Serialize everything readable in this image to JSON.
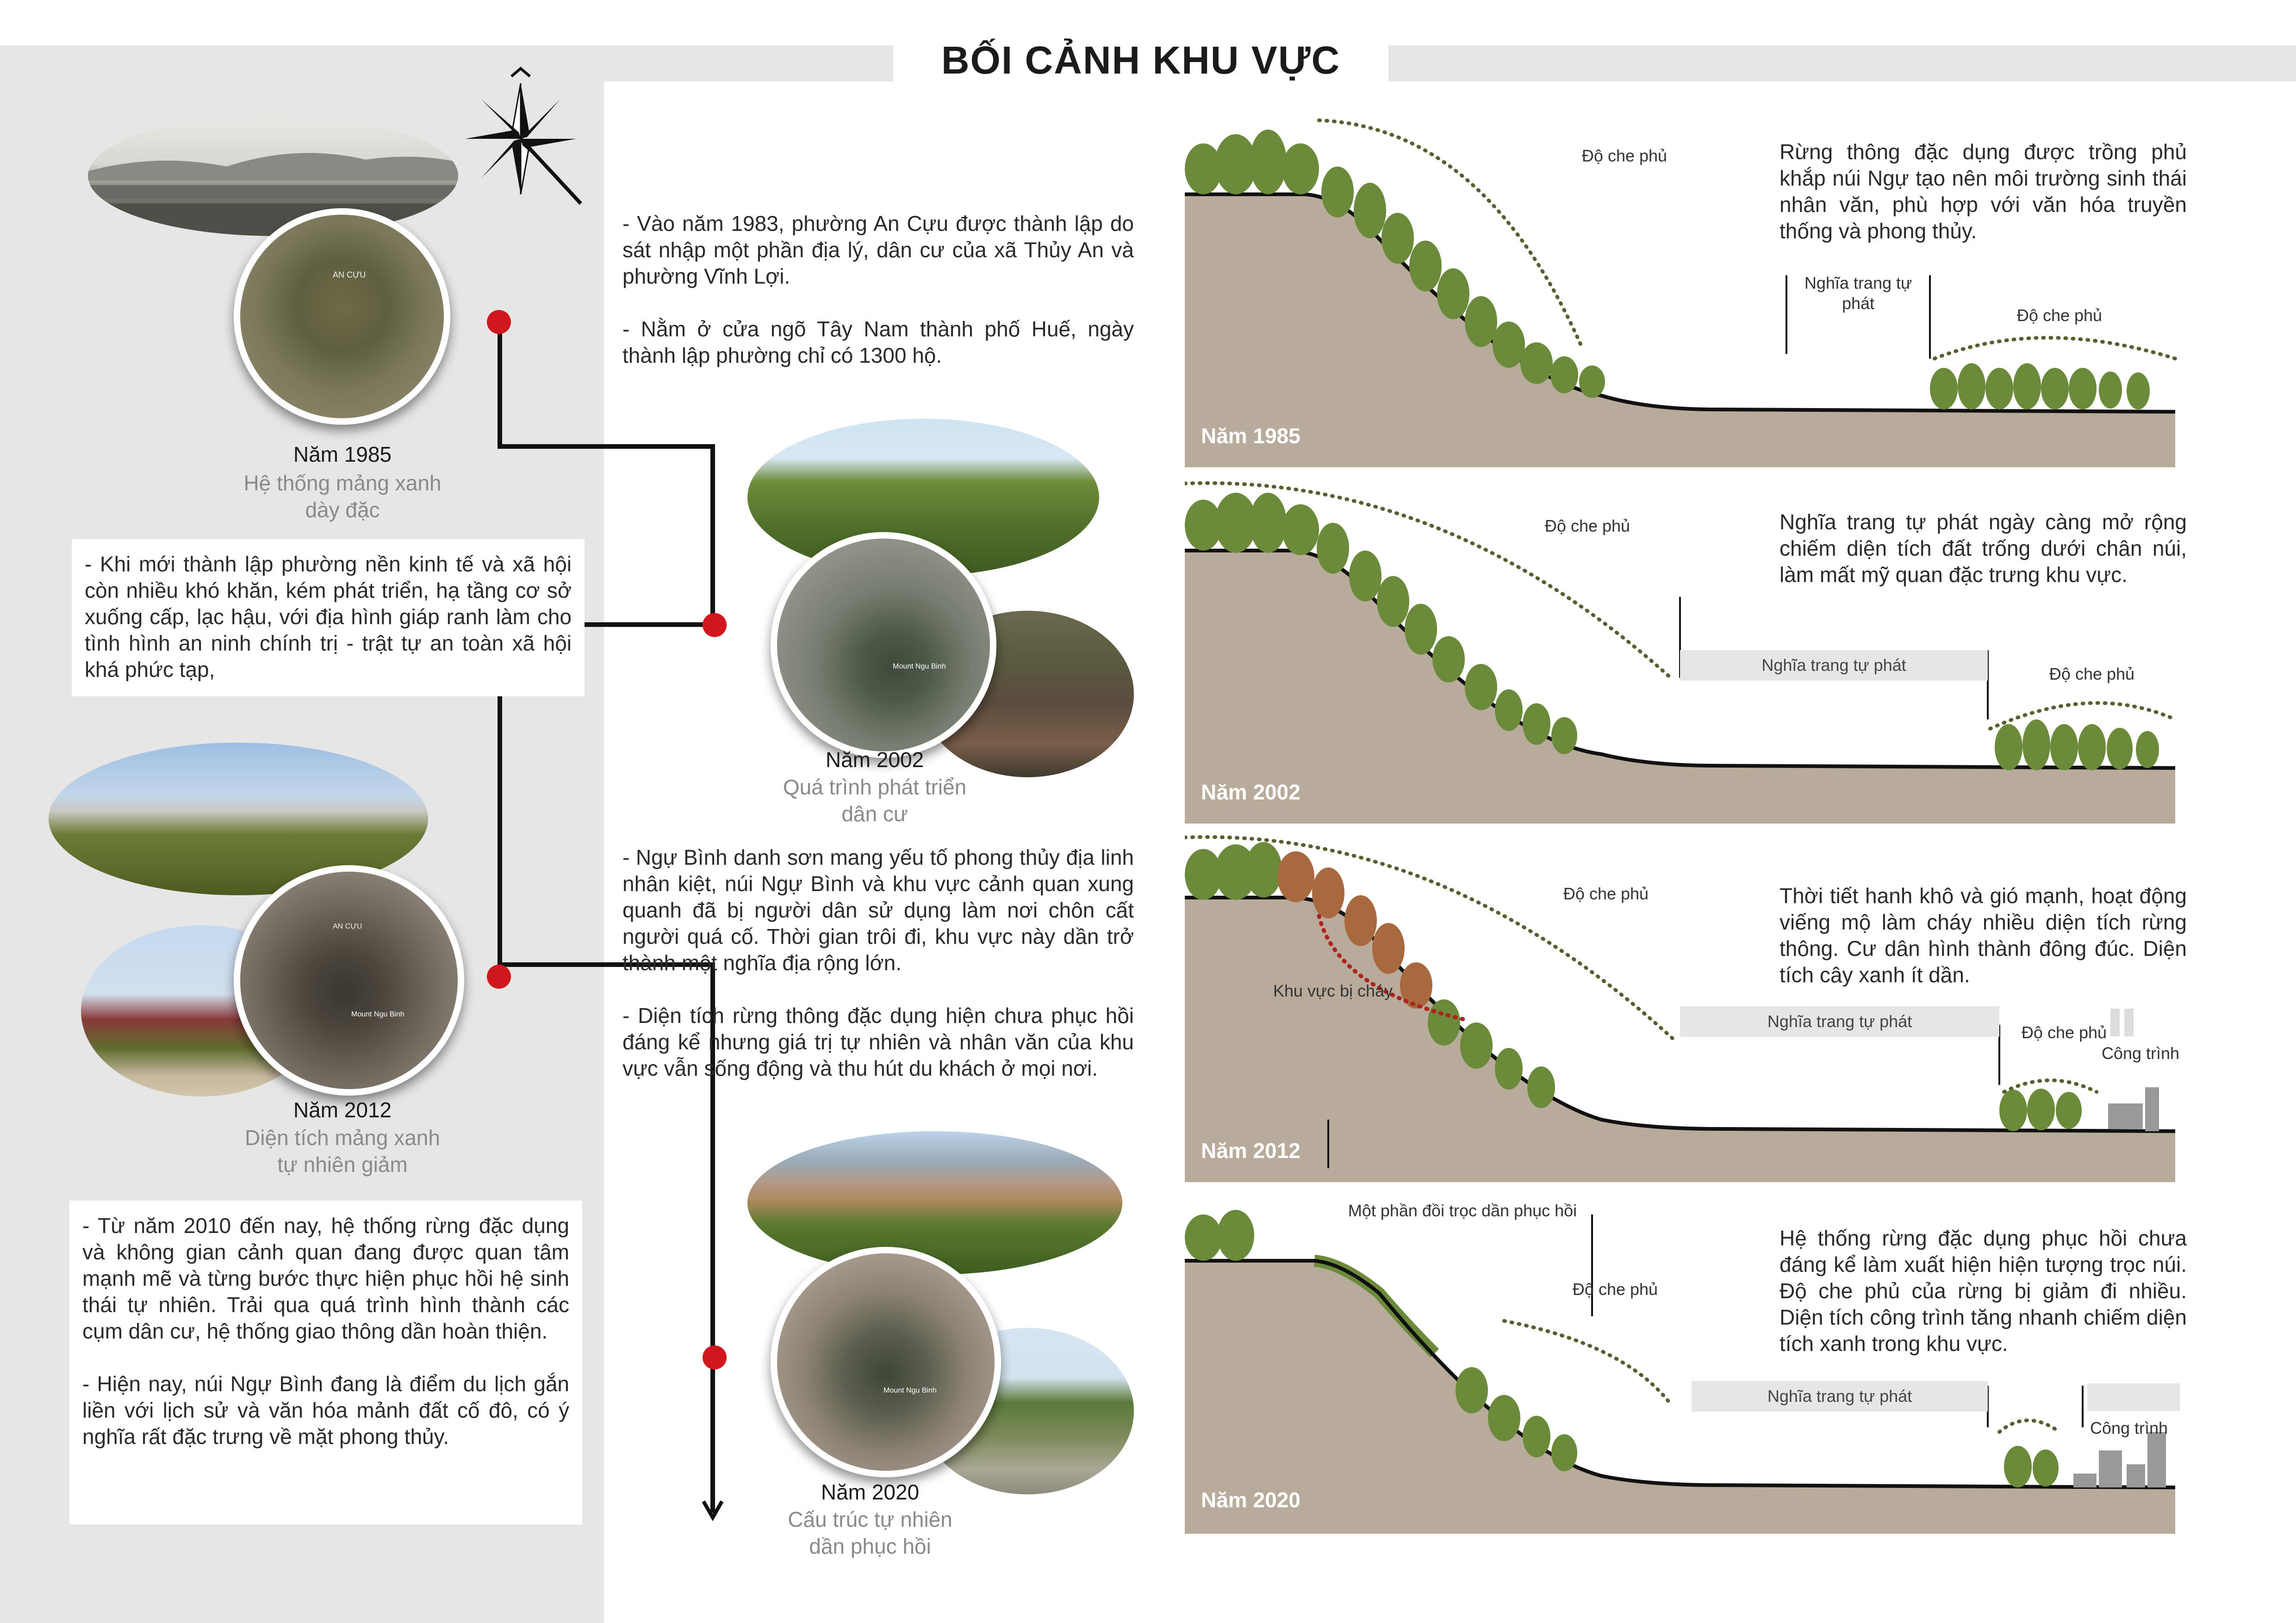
{
  "title": "BỐI CẢNH KHU VỰC",
  "timeline": [
    {
      "year": "Năm 1985",
      "caption_lines": [
        "Hệ thống mảng xanh",
        "dày đặc"
      ],
      "map_label": "AN CỰU"
    },
    {
      "year": "Năm 2002",
      "caption_lines": [
        "Quá trình phát triển",
        "dân cư"
      ],
      "map_label": "Mount Ngu Binh"
    },
    {
      "year": "Năm 2012",
      "caption_lines": [
        "Diện tích mảng xanh",
        "tự nhiên giảm"
      ],
      "map_label": "Mount Ngu Binh",
      "map_label2": "AN CỰU"
    },
    {
      "year": "Năm 2020",
      "caption_lines": [
        "Cấu trúc tự nhiên",
        "dần phục hồi"
      ],
      "map_label": "Mount Ngu Binh"
    }
  ],
  "left_notes": {
    "note1": "- Khi mới thành lập phường nền kinh tế và xã hội còn nhiều khó khăn, kém phát triển, hạ tầng cơ sở xuống cấp, lạc hậu, với địa hình giáp ranh làm cho tình hình an ninh chính trị - trật tự an toàn xã hội khá phức tạp,",
    "note2_p1": "- Từ năm 2010 đến nay, hệ thống rừng đặc dụng và không gian cảnh quan đang được quan tâm mạnh mẽ và từng bước thực hiện phục hồi hệ sinh thái tự nhiên. Trải qua quá trình hình thành các cụm dân cư, hệ thống giao thông dần hoàn thiện.",
    "note2_p2": "- Hiện nay, núi Ngự Bình đang là điểm du lịch gắn liền với lịch sử và văn hóa mảnh đất cố đô, có ý nghĩa rất đặc trưng về mặt phong thủy."
  },
  "mid_text": {
    "block1_p1": "- Vào năm 1983, phường An Cựu được thành lập do sát nhập một phần địa lý, dân cư của xã Thủy An và phường Vĩnh Lợi.",
    "block1_p2": "- Nằm ở cửa ngõ Tây Nam thành phố Huế, ngày thành lập phường chỉ có 1300 hộ.",
    "block2_p1": "- Ngự Bình danh sơn mang yếu tố phong thủy địa linh nhân kiệt, núi Ngự Bình và khu vực cảnh quan xung quanh đã bị người dân sử dụng làm nơi chôn cất người quá cố. Thời gian trôi đi, khu vực này dần trở thành một nghĩa địa rộng lớn.",
    "block2_p2": "- Diện tích rừng thông đặc dụng hiện chưa phục hồi đáng kể nhưng giá trị tự nhiên và nhân văn của khu vực vẫn sống động và thu hút du khách ở mọi nơi."
  },
  "sections": [
    {
      "year": "Năm 1985",
      "description": "Rừng thông đặc dụng được trồng phủ khắp núi Ngự tạo nên môi trường sinh thái nhân văn, phù hợp với văn hóa truyền thống và phong thủy.",
      "labels": {
        "cover1": "Độ che phủ",
        "cemetery": "Nghĩa trang tự phát",
        "cover2": "Độ che phủ"
      }
    },
    {
      "year": "Năm 2002",
      "description": "Nghĩa trang tự phát ngày càng mở rộng chiếm diện tích đất trống dưới chân núi, làm mất mỹ quan đặc trưng khu vực.",
      "labels": {
        "cover1": "Độ che phủ",
        "cemetery": "Nghĩa trang tự phát",
        "cover2": "Độ che phủ"
      }
    },
    {
      "year": "Năm 2012",
      "description": "Thời tiết hanh khô và gió mạnh, hoạt động viếng mộ làm cháy nhiều diện tích rừng thông. Cư dân hình thành đông đúc. Diện tích cây xanh ít dần.",
      "labels": {
        "cover1": "Độ che phủ",
        "burned": "Khu vực bị cháy",
        "cemetery": "Nghĩa trang tự phát",
        "cover2": "Độ che phủ",
        "building": "Công trình"
      }
    },
    {
      "year": "Năm 2020",
      "description": "Hệ thống rừng đặc dụng phục hồi chưa đáng kể làm xuất hiện hiện tượng trọc núi. Độ che phủ của rừng bị giảm đi nhiều. Diện tích công trình tăng nhanh chiếm diện tích xanh trong khu vực.",
      "labels": {
        "bare": "Một phần đồi trọc dần phục hồi",
        "cover1": "Độ che phủ",
        "cemetery": "Nghĩa trang tự phát",
        "building": "Công trình"
      }
    }
  ],
  "colors": {
    "accent_red": "#d0171e",
    "panel_gray": "#e6e6e6",
    "soil": "#b8a898",
    "tree_green": "#6b8a3a",
    "dotted": "#55602e",
    "burn": "#b0221c"
  }
}
